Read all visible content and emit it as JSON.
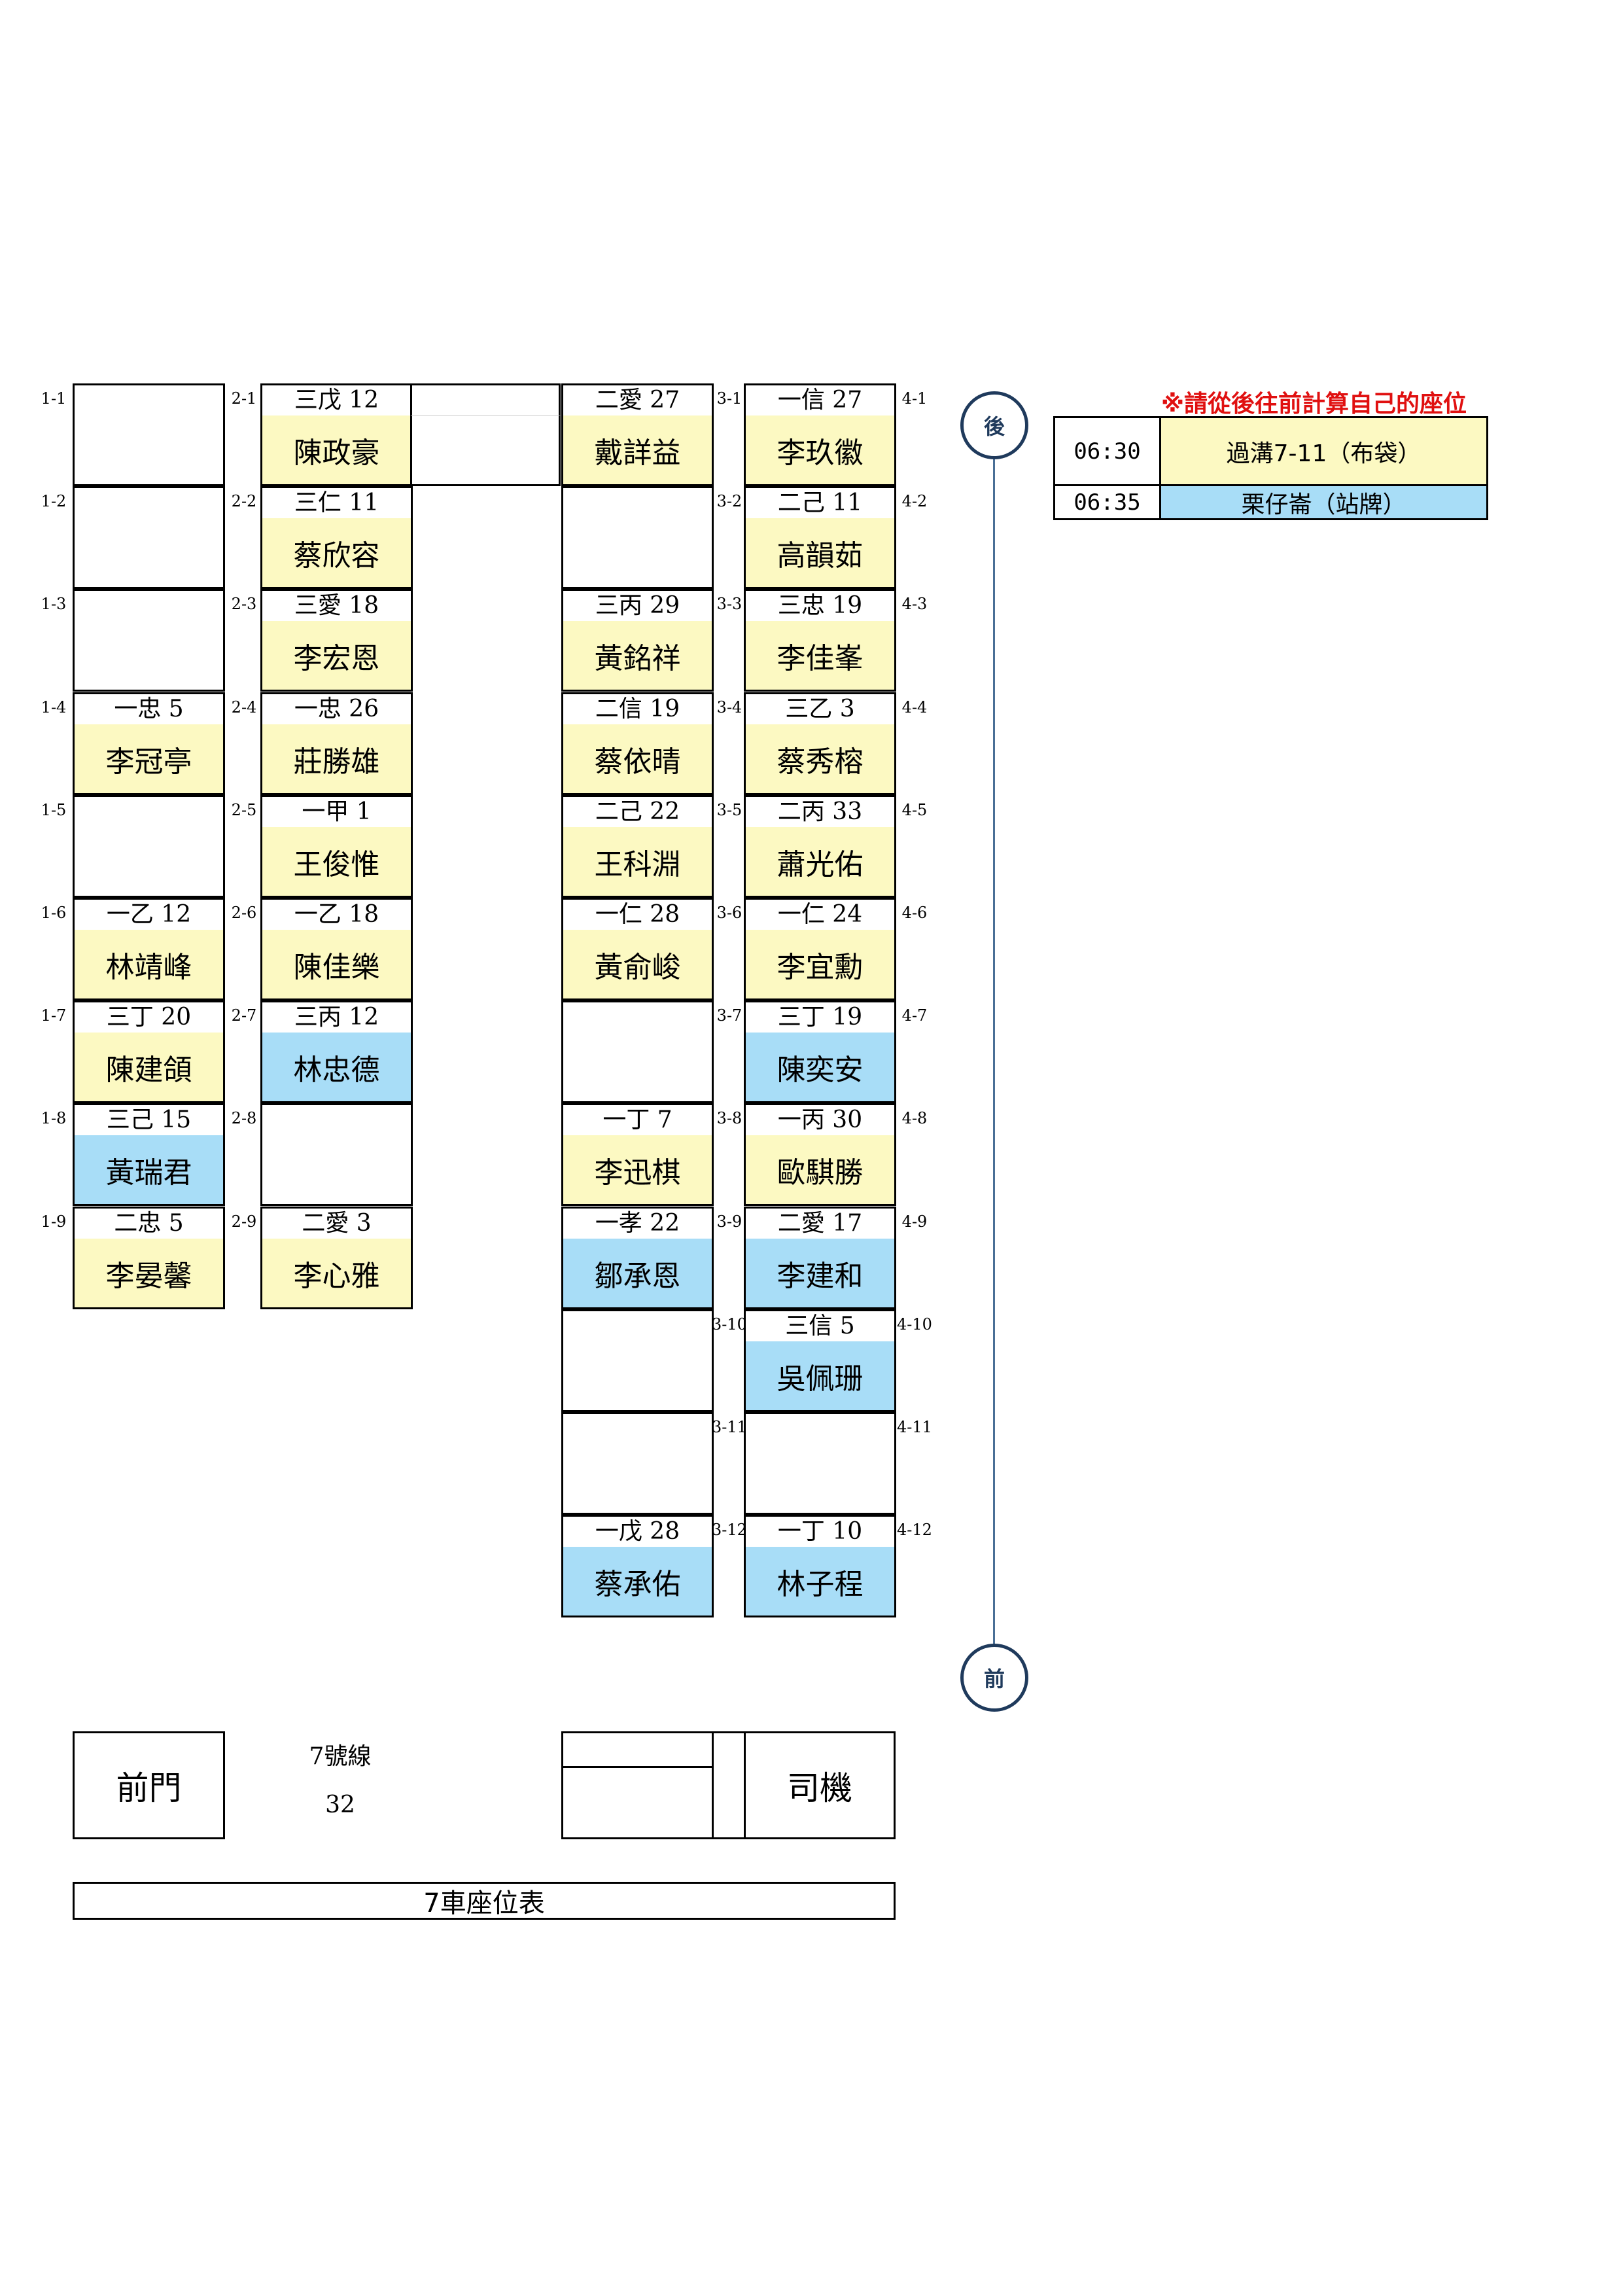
{
  "note": "※請從後往前計算自己的座位",
  "direction": {
    "back": "後",
    "front": "前"
  },
  "schedule": [
    {
      "time": "06:30",
      "place": "過溝7-11（布袋）",
      "color": "#fcf9c2"
    },
    {
      "time": "06:35",
      "place": "栗仔崙（站牌）",
      "color": "#a8ddf7"
    }
  ],
  "columns": [
    {
      "rows": [
        {
          "seat": "1-1",
          "cls": "",
          "name": "",
          "color": "white"
        },
        {
          "seat": "1-2",
          "cls": "",
          "name": "",
          "color": "white"
        },
        {
          "seat": "1-3",
          "cls": "",
          "name": "",
          "color": "white"
        },
        {
          "seat": "1-4",
          "cls": "一忠 5",
          "name": "李冠亭",
          "color": "yellow"
        },
        {
          "seat": "1-5",
          "cls": "",
          "name": "",
          "color": "white"
        },
        {
          "seat": "1-6",
          "cls": "一乙 12",
          "name": "林靖峰",
          "color": "yellow"
        },
        {
          "seat": "1-7",
          "cls": "三丁 20",
          "name": "陳建頜",
          "color": "yellow"
        },
        {
          "seat": "1-8",
          "cls": "三己 15",
          "name": "黃瑞君",
          "color": "blue"
        },
        {
          "seat": "1-9",
          "cls": "二忠 5",
          "name": "李晏馨",
          "color": "yellow"
        }
      ]
    },
    {
      "rows": [
        {
          "seat": "2-1",
          "cls": "三戊 12",
          "name": "陳政豪",
          "color": "yellow"
        },
        {
          "seat": "2-2",
          "cls": "三仁 11",
          "name": "蔡欣容",
          "color": "yellow"
        },
        {
          "seat": "2-3",
          "cls": "三愛 18",
          "name": "李宏恩",
          "color": "yellow"
        },
        {
          "seat": "2-4",
          "cls": "一忠 26",
          "name": "莊勝雄",
          "color": "yellow"
        },
        {
          "seat": "2-5",
          "cls": "一甲 1",
          "name": "王俊惟",
          "color": "yellow"
        },
        {
          "seat": "2-6",
          "cls": "一乙 18",
          "name": "陳佳樂",
          "color": "yellow"
        },
        {
          "seat": "2-7",
          "cls": "三丙 12",
          "name": "林忠德",
          "color": "blue"
        },
        {
          "seat": "2-8",
          "cls": "",
          "name": "",
          "color": "white"
        },
        {
          "seat": "2-9",
          "cls": "二愛 3",
          "name": "李心雅",
          "color": "yellow"
        }
      ]
    },
    {
      "rows": [
        {
          "seat": "3-1",
          "cls": "二愛 27",
          "name": "戴詳益",
          "color": "yellow"
        },
        {
          "seat": "3-2",
          "cls": "",
          "name": "",
          "color": "white"
        },
        {
          "seat": "3-3",
          "cls": "三丙 29",
          "name": "黃銘祥",
          "color": "yellow"
        },
        {
          "seat": "3-4",
          "cls": "二信 19",
          "name": "蔡依晴",
          "color": "yellow"
        },
        {
          "seat": "3-5",
          "cls": "二己 22",
          "name": "王科淵",
          "color": "yellow"
        },
        {
          "seat": "3-6",
          "cls": "一仁 28",
          "name": "黃俞峻",
          "color": "yellow"
        },
        {
          "seat": "3-7",
          "cls": "",
          "name": "",
          "color": "white"
        },
        {
          "seat": "3-8",
          "cls": "一丁 7",
          "name": "李迅棋",
          "color": "yellow"
        },
        {
          "seat": "3-9",
          "cls": "一孝 22",
          "name": "鄒承恩",
          "color": "blue"
        },
        {
          "seat": "3-10",
          "cls": "",
          "name": "",
          "color": "white"
        },
        {
          "seat": "3-11",
          "cls": "",
          "name": "",
          "color": "white"
        },
        {
          "seat": "3-12",
          "cls": "一戊 28",
          "name": "蔡承佑",
          "color": "blue"
        }
      ]
    },
    {
      "rows": [
        {
          "seat": "4-1",
          "cls": "一信 27",
          "name": "李玖徽",
          "color": "yellow"
        },
        {
          "seat": "4-2",
          "cls": "二己 11",
          "name": "高韻茹",
          "color": "yellow"
        },
        {
          "seat": "4-3",
          "cls": "三忠 19",
          "name": "李佳峯",
          "color": "yellow"
        },
        {
          "seat": "4-4",
          "cls": "三乙 3",
          "name": "蔡秀榕",
          "color": "yellow"
        },
        {
          "seat": "4-5",
          "cls": "二丙 33",
          "name": "蕭光佑",
          "color": "yellow"
        },
        {
          "seat": "4-6",
          "cls": "一仁 24",
          "name": "李宜勳",
          "color": "yellow"
        },
        {
          "seat": "4-7",
          "cls": "三丁 19",
          "name": "陳奕安",
          "color": "blue"
        },
        {
          "seat": "4-8",
          "cls": "一丙 30",
          "name": "歐騏勝",
          "color": "yellow"
        },
        {
          "seat": "4-9",
          "cls": "二愛 17",
          "name": "李建和",
          "color": "blue"
        },
        {
          "seat": "4-10",
          "cls": "三信 5",
          "name": "吳佩珊",
          "color": "blue"
        },
        {
          "seat": "4-11",
          "cls": "",
          "name": "",
          "color": "white"
        },
        {
          "seat": "4-12",
          "cls": "一丁 10",
          "name": "林子程",
          "color": "blue"
        }
      ]
    }
  ],
  "bottom": {
    "front_door": "前門",
    "route": "7號線",
    "count": "32",
    "driver": "司機",
    "title": "7車座位表"
  }
}
